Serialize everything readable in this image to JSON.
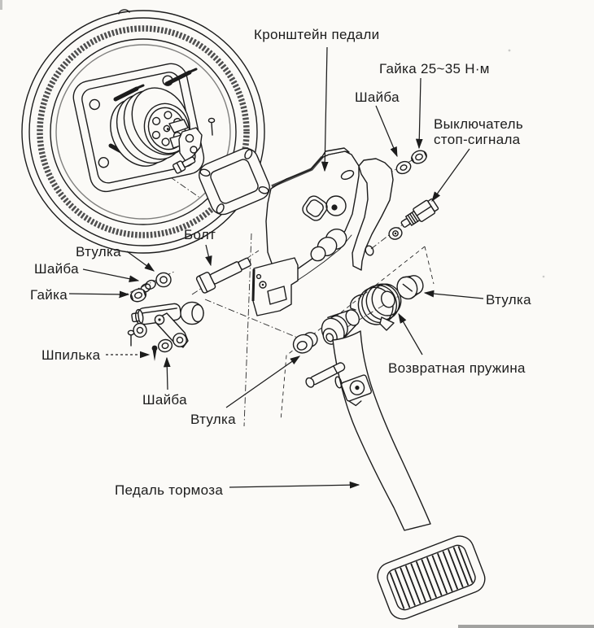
{
  "diagram": {
    "description": "Exploded view drawing of brake pedal assembly",
    "labels": {
      "pedal_bracket": "Кронштейн педали",
      "nut_torque": "Гайка 25~35 Н·м",
      "washer_top": "Шайба",
      "stoplight_switch_line1": "Выключатель",
      "stoplight_switch_line2": "стоп-сигнала",
      "bolt": "Болт",
      "bushing_left": "Втулка",
      "washer_left": "Шайба",
      "nut_left": "Гайка",
      "stud_pin": "Шпилька",
      "washer_bottom": "Шайба",
      "bushing_bottom": "Втулка",
      "bushing_right": "Втулка",
      "return_spring": "Возвратная пружина",
      "brake_pedal": "Педаль тормоза"
    },
    "colors": {
      "ink": "#1c1c1c",
      "background": "#fbfaf7"
    }
  }
}
